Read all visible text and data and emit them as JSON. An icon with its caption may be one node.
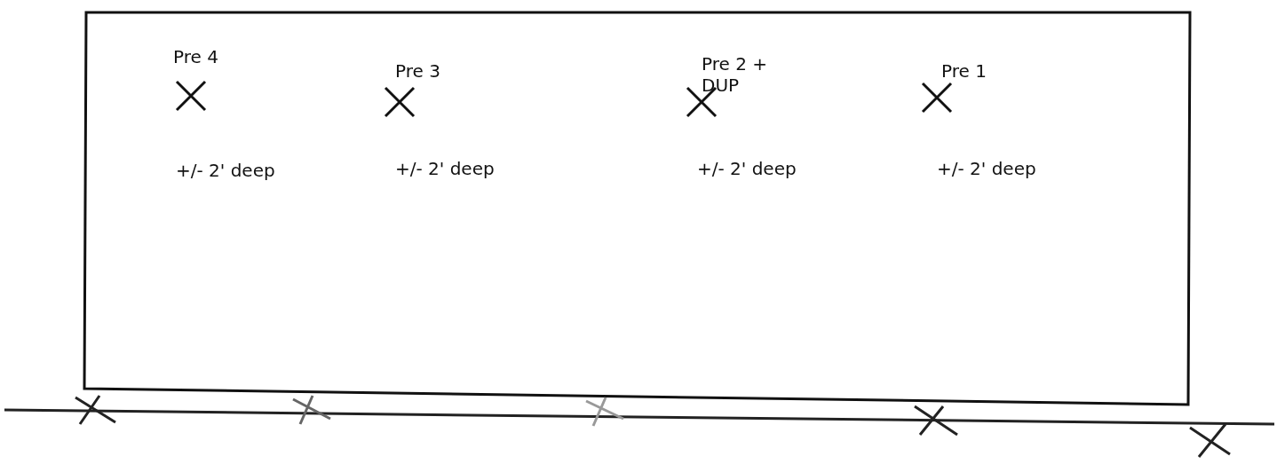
{
  "diagram": {
    "labels": [
      "Pre 4",
      "Pre 3",
      "Pre 2 + DUP",
      "Pre 1",
      "+/- 2' deep",
      "+/- 2' deep",
      "+/- 2' deep",
      "+/- 2' deep"
    ]
  }
}
